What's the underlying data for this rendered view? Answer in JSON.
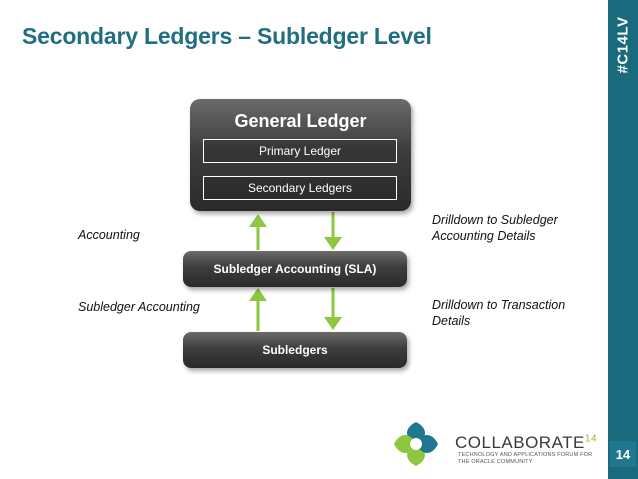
{
  "slide": {
    "title": "Secondary Ledgers – Subledger Level",
    "hashtag": "#C14LV",
    "page_number": "14"
  },
  "diagram": {
    "general_ledger": "General Ledger",
    "primary_ledger": "Primary Ledger",
    "secondary_ledgers": "Secondary Ledgers",
    "sla": "Subledger Accounting (SLA)",
    "subledgers": "Subledgers",
    "label_accounting": "Accounting",
    "label_subledger_accounting": "Subledger Accounting",
    "label_drilldown_subledger": "Drilldown to Subledger Accounting Details",
    "label_drilldown_transaction": "Drilldown to Transaction Details"
  },
  "footer": {
    "brand": "COLLABORATE",
    "brand_suffix": "14",
    "tagline": "TECHNOLOGY AND APPLICATIONS FORUM FOR THE ORACLE COMMUNITY"
  },
  "colors": {
    "title": "#1f6e82",
    "sidebar": "#1a6a7e",
    "arrow": "#8dc63f",
    "box_dark": "#2a2a2a"
  },
  "icons": [
    "up-arrow-icon",
    "down-arrow-icon",
    "collaborate-logo"
  ]
}
